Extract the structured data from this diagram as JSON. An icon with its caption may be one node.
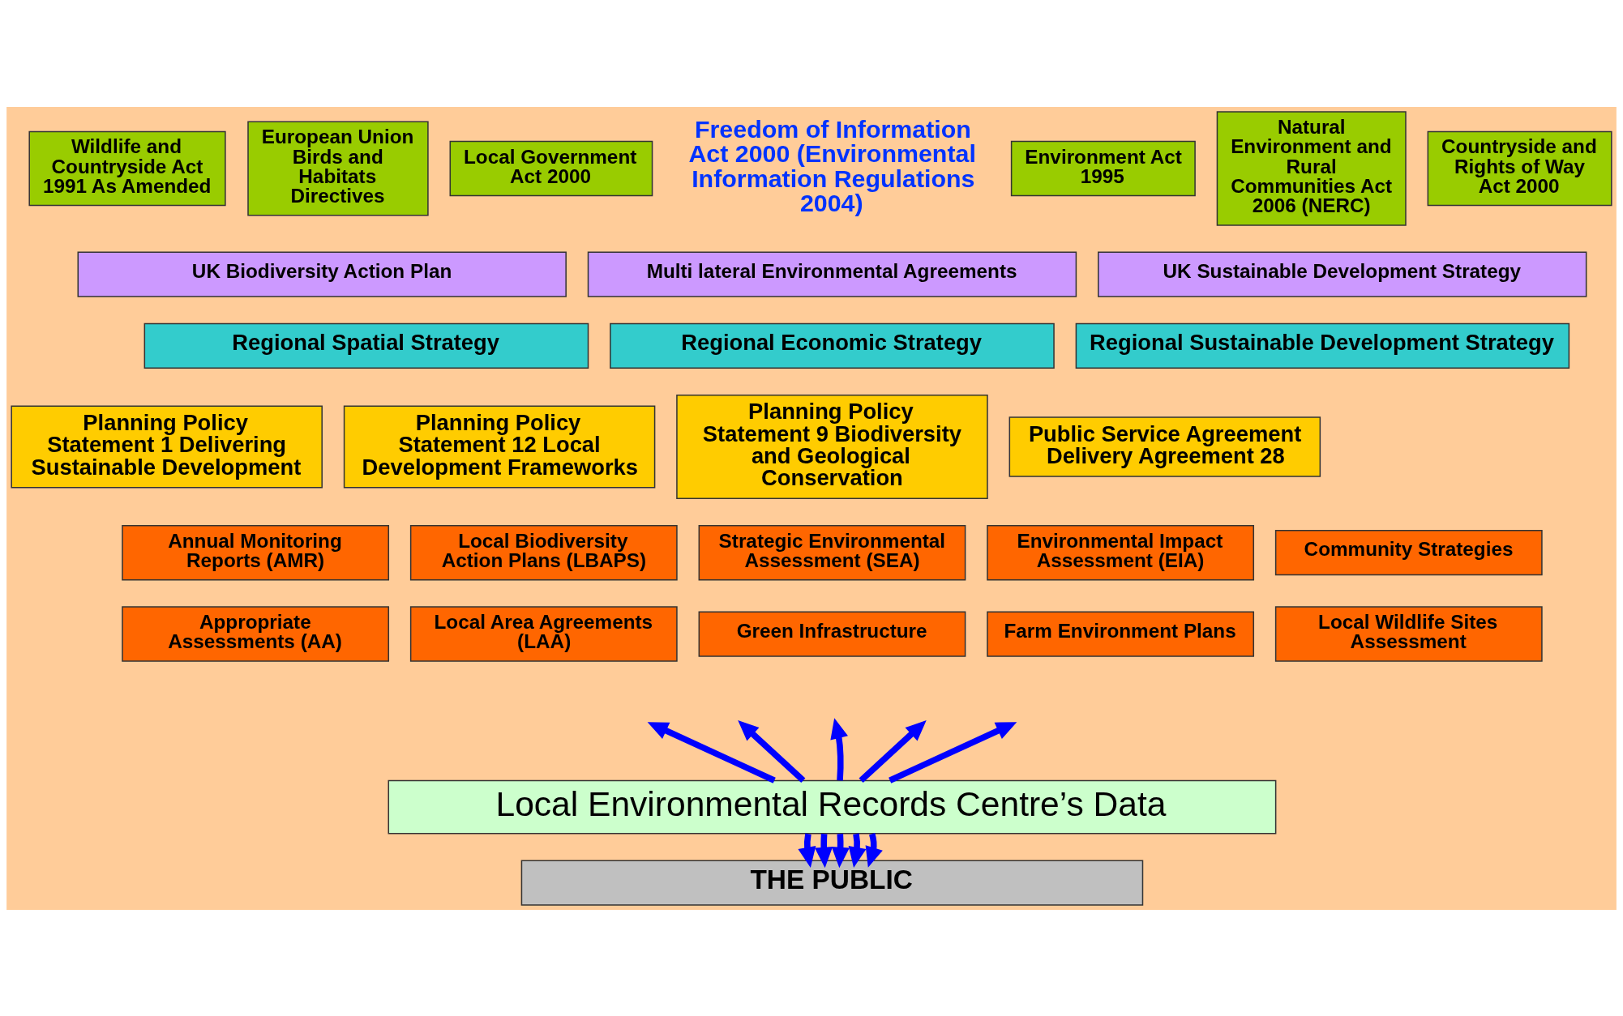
{
  "diagram": {
    "nodes": [
      {
        "text": [
          "Wildlife and Countryside Act 1991 As Amended"
        ]
      },
      {
        "text": [
          "European Union Birds and Habitats Directives"
        ]
      },
      {
        "text": [
          "Local Government Act 2000"
        ]
      },
      {
        "text": [
          "Environment Act 1995"
        ]
      },
      {
        "text": [
          "Natural Environment and Rural Communities Act 2006 (NERC)"
        ]
      },
      {
        "text": [
          "Countryside and Rights of Way Act 2000"
        ]
      },
      {
        "text": [
          "UK Biodiversity Action Plan"
        ]
      },
      {
        "text": [
          "Multi lateral Environmental Agreements"
        ]
      },
      {
        "text": [
          "UK Sustainable Development Strategy"
        ]
      },
      {
        "text": [
          "Regional Spatial Strategy"
        ]
      },
      {
        "text": [
          "Regional Economic Strategy"
        ]
      },
      {
        "text": [
          "Regional Sustainable Development Strategy"
        ]
      },
      {
        "text": [
          "Planning Policy Statement 1 Delivering Sustainable Development"
        ]
      },
      {
        "text": [
          "Planning Policy Statement 12 Local Development Frameworks"
        ]
      },
      {
        "text": [
          "Planning Policy Statement 9 Biodiversity and Geological Conservation"
        ]
      },
      {
        "text": [
          "Public Service Agreement Delivery Agreement 28"
        ]
      },
      {
        "text": [
          "Annual Monitoring Reports (AMR)"
        ]
      },
      {
        "text": [
          "Local Biodiversity Action Plans (LBAPS)"
        ]
      },
      {
        "text": [
          "Strategic Environmental Assessment (SEA)"
        ]
      },
      {
        "text": [
          "Environmental Impact Assessment (EIA)"
        ]
      },
      {
        "text": [
          "Community Strategies"
        ]
      },
      {
        "text": [
          "Appropriate Assessments (AA)"
        ]
      },
      {
        "text": [
          "Local Area Agreements (LAA)"
        ]
      },
      {
        "text": [
          "Green Infrastructure"
        ]
      },
      {
        "text": [
          "Farm Environment Plans"
        ]
      },
      {
        "text": [
          "Local Wildlife Sites Assessment"
        ]
      },
      {
        "text": [
          "Local Environmental Records Centre’s Data"
        ]
      },
      {
        "text": [
          "THE PUBLIC"
        ]
      }
    ],
    "edges": [
      {
        "from": 26,
        "to": null,
        "arrow": "to"
      },
      {
        "from": 26,
        "to": null,
        "arrow": "to"
      },
      {
        "from": 26,
        "to": null,
        "arrow": "to"
      },
      {
        "from": 26,
        "to": null,
        "arrow": "to"
      },
      {
        "from": 26,
        "to": null,
        "arrow": "to"
      },
      {
        "from": 26,
        "to": 27,
        "arrow": "to"
      },
      {
        "from": 26,
        "to": 27,
        "arrow": "to"
      },
      {
        "from": 26,
        "to": 27,
        "arrow": "to"
      },
      {
        "from": 26,
        "to": 27,
        "arrow": "to"
      },
      {
        "from": 26,
        "to": 27,
        "arrow": "to"
      }
    ],
    "labels": [
      "Freedom of Information Act 2000 (Environmental Information Regulations 2004)"
    ]
  }
}
